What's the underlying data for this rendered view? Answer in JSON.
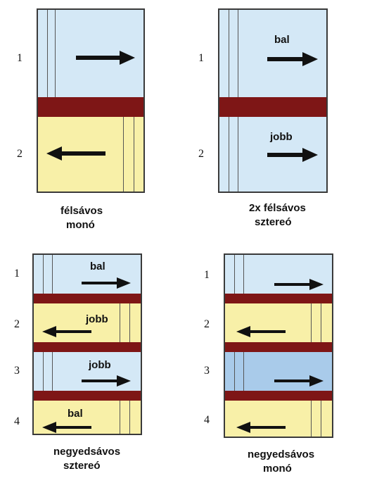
{
  "colors": {
    "track_blue": "#d4e8f6",
    "track_blue_dark": "#a9cbea",
    "track_yellow": "#f8f0a8",
    "separator": "#7e1616",
    "border": "#3a3a3a",
    "arrow": "#111111"
  },
  "diagrams": [
    {
      "row_numbers": [
        "1",
        "2"
      ],
      "caption_line1": "félsávos",
      "caption_line2": "monó",
      "tracks": [
        {
          "label": "",
          "direction": "right",
          "color": "track_blue"
        },
        {
          "label": "",
          "direction": "left",
          "color": "track_yellow"
        }
      ]
    },
    {
      "row_numbers": [
        "1",
        "2"
      ],
      "caption_line1": "2x félsávos",
      "caption_line2": "sztereó",
      "tracks": [
        {
          "label": "bal",
          "direction": "right",
          "color": "track_blue"
        },
        {
          "label": "jobb",
          "direction": "right",
          "color": "track_blue"
        }
      ]
    },
    {
      "row_numbers": [
        "1",
        "2",
        "3",
        "4"
      ],
      "caption_line1": "negyedsávos",
      "caption_line2": "sztereó",
      "tracks": [
        {
          "label": "bal",
          "direction": "right",
          "color": "track_blue"
        },
        {
          "label": "jobb",
          "direction": "left",
          "color": "track_yellow"
        },
        {
          "label": "jobb",
          "direction": "right",
          "color": "track_blue"
        },
        {
          "label": "bal",
          "direction": "left",
          "color": "track_yellow"
        }
      ]
    },
    {
      "row_numbers": [
        "1",
        "2",
        "3",
        "4"
      ],
      "caption_line1": "negyedsávos",
      "caption_line2": "monó",
      "tracks": [
        {
          "label": "",
          "direction": "right",
          "color": "track_blue"
        },
        {
          "label": "",
          "direction": "left",
          "color": "track_yellow"
        },
        {
          "label": "",
          "direction": "right",
          "color": "track_blue_dark"
        },
        {
          "label": "",
          "direction": "left",
          "color": "track_yellow"
        }
      ]
    }
  ]
}
